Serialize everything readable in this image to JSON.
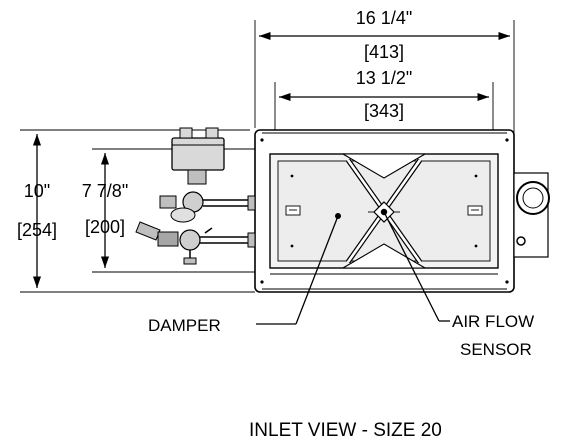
{
  "dimensions": {
    "overall_width": "16 1/4\"",
    "overall_width_mm": "[413]",
    "inner_width": "13 1/2\"",
    "inner_width_mm": "[343]",
    "overall_height": "10\"",
    "overall_height_mm": "[254]",
    "inner_height": "7 7/8\"",
    "inner_height_mm": "[200]"
  },
  "callouts": {
    "damper": "DAMPER",
    "air_flow_line1": "AIR FLOW",
    "air_flow_line2": "SENSOR"
  },
  "title": "INLET VIEW - SIZE 20"
}
